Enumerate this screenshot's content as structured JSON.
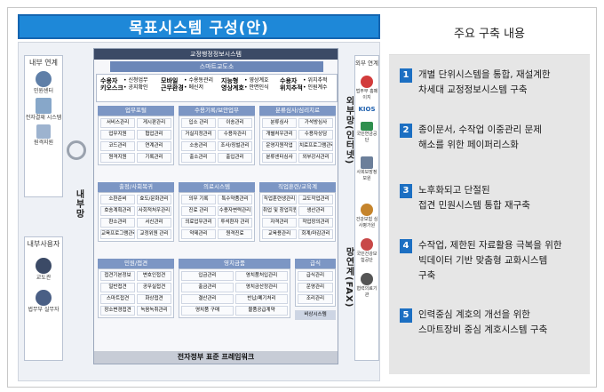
{
  "diagram": {
    "title": "목표시스템 구성(안)",
    "left_internal": {
      "head": "내부 연계",
      "items": [
        "민원센터",
        "전자결재 시스템",
        "원격지원"
      ]
    },
    "left_users": {
      "head": "내부사용자",
      "items": [
        "교도관",
        "법무부 실무자"
      ]
    },
    "internal_net": "내부망",
    "system_name": "교정행정정보시스템",
    "smart_head": "스마트교도소",
    "smart_items": [
      {
        "bold": "수용자 키오스크",
        "sub1": "• 신청업무",
        "sub2": "• 공지확인"
      },
      {
        "bold": "모바일 근무환경",
        "sub1": "• 수용동관리",
        "sub2": "• 메신저"
      },
      {
        "bold": "지능형 영상계호",
        "sub1": "• 영상계호",
        "sub2": "• 안면인식"
      },
      {
        "bold": "수용자 위치추적",
        "sub1": "• 위치추적",
        "sub2": "• 인원계수"
      }
    ],
    "sections": [
      {
        "head": "업무포털",
        "cells": [
          "서비스관리",
          "게시판관리",
          "업무지원",
          "협업관리",
          "코드관리",
          "연계관리",
          "원격지원",
          "기록관리"
        ]
      },
      {
        "head": "수용기록/보안업무",
        "cells": [
          "입소 관리",
          "이송관리",
          "거실지정관리",
          "수용자관리",
          "소송관리",
          "조사/징벌관리",
          "출소관리",
          "출입관리"
        ]
      },
      {
        "head": "분류심사/심리치료",
        "cells": [
          "분류심사",
          "가석방심사",
          "개별처우관리",
          "수용자상담",
          "운영지원작업",
          "치료프로그램관리",
          "분류센터심사",
          "외부강사관리"
        ]
      },
      {
        "head": "출정/사회복귀",
        "cells": [
          "소환준비",
          "효도/문화관리",
          "호송계획관리",
          "사회적처우관리",
          "환소관리",
          "서신관리",
          "교육프로그램관리",
          "교정위원 관리"
        ]
      },
      {
        "head": "의료시스템",
        "cells": [
          "의무 기록",
          "특수약품관리",
          "진료 관리",
          "수용자변력관리",
          "의료업무관리",
          "투석환자 관리",
          "약제관리",
          "원격진료"
        ]
      },
      {
        "head": "직업훈련/교육계",
        "cells": [
          "직업훈련생관리",
          "교도작업관리",
          "취업 및 창업지원",
          "생산관리",
          "자격관리",
          "작업장의관리",
          "교육용관리",
          "회계/마감관리"
        ]
      },
      {
        "head": "민원/접견",
        "cells": [
          "접견기본정보",
          "변호인접견",
          "일반접견",
          "공무실접견",
          "스마트접견",
          "화상접견",
          "장소변경접견",
          "녹음녹취관리"
        ]
      },
      {
        "head": "영치금품",
        "cells": [
          "입금관리",
          "영치품처입관리",
          "출금관리",
          "결산관리",
          "영치금산정관리",
          "영치품 구매",
          "반납/폐기처리",
          "물품공급계약"
        ]
      },
      {
        "head": "급식",
        "cells": [
          "급식관리",
          "운영관리",
          "조리관리",
          "비상시스템"
        ]
      }
    ],
    "framework": "전자정부 표준 프레임워크",
    "external_net": "외부망(인터넷)",
    "private_net": "망연계(FAX)",
    "right_head": "외부 연계",
    "right_items": [
      "법무부 홈페이지",
      "KIOS",
      "국민연금공단",
      "사회보장정보원",
      "건강보험 심사평가원",
      "국민건강보험공단",
      "협력의료기관"
    ]
  },
  "panel": {
    "title": "주요 구축 내용",
    "items": [
      {
        "num": "1",
        "text": "개별 단위시스템을 통합, 재설계한\n차세대 교정정보시스템 구축"
      },
      {
        "num": "2",
        "text": "종이문서, 수작업 이중관리 문제\n해소를 위한 페이퍼리스화"
      },
      {
        "num": "3",
        "text": "노후화되고 단절된\n접견 민원시스템 통합 재구축"
      },
      {
        "num": "4",
        "text": "수작업, 제한된 자료활용 극복을 위한\n빅데이터 기반 맞춤형 교화시스템\n구축"
      },
      {
        "num": "5",
        "text": "인력중심 계호의 개선을 위한\n스마트장비 중심 계호시스템 구축"
      }
    ]
  },
  "colors": {
    "title_blue": "#1e88d8",
    "number_blue": "#1c6fc2",
    "panel_bg": "#e6e6e6"
  }
}
